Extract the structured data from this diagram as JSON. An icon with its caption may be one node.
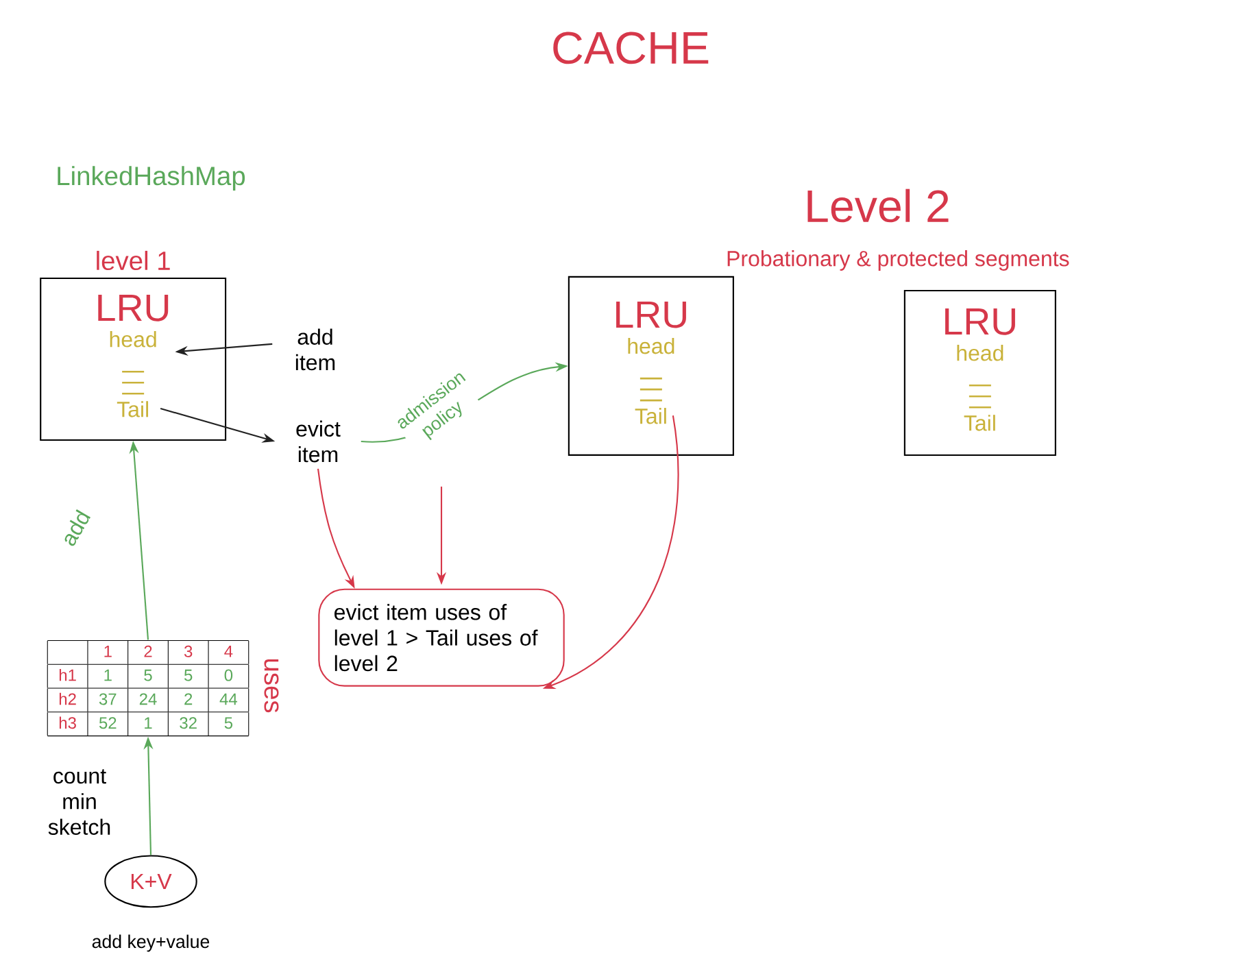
{
  "diagram": {
    "title": "CACHE",
    "nodes": [
      {
        "text": [
          "LRU",
          "head",
          "Tail"
        ]
      },
      {
        "text": [
          "LRU",
          "head",
          "Tail"
        ]
      },
      {
        "text": [
          "LRU",
          "head",
          "Tail"
        ]
      },
      {
        "text": [
          "add item"
        ]
      },
      {
        "text": [
          "evict item"
        ]
      },
      {
        "text": [
          "evict item uses of level 1 > Tail uses of level 2"
        ]
      },
      {
        "text": [
          "1",
          "2",
          "3",
          "4",
          "h1",
          "1",
          "5",
          "5",
          "0",
          "h2",
          "37",
          "24",
          "2",
          "44",
          "h3",
          "52",
          "1",
          "32",
          "5"
        ],
        "beside": [
          "uses",
          "count min sketch"
        ]
      },
      {
        "text": [
          "K+V"
        ],
        "beside": [
          "add key+value"
        ]
      }
    ],
    "edges": [
      {
        "from": 3,
        "to": 0,
        "arrow": "to",
        "color": "#222222"
      },
      {
        "from": 0,
        "to": 4,
        "arrow": "to",
        "color": "#222222"
      },
      {
        "from": 4,
        "to": 1,
        "arrow": "to",
        "label": "admission policy",
        "color": "#5aa85a"
      },
      {
        "from": 4,
        "to": 5,
        "arrow": "to",
        "color": "#d6384a"
      },
      {
        "from": null,
        "to": 5,
        "arrow": "to",
        "color": "#d6384a"
      },
      {
        "from": 1,
        "to": 5,
        "arrow": "to",
        "color": "#d6384a"
      },
      {
        "from": 7,
        "to": 6,
        "arrow": "to",
        "color": "#5aa85a"
      },
      {
        "from": 6,
        "to": 0,
        "arrow": "to",
        "label": "add",
        "color": "#5aa85a"
      }
    ],
    "labels": [
      "LinkedHashMap",
      "Level 2",
      "level 1",
      "Probationary & protected segments"
    ]
  }
}
